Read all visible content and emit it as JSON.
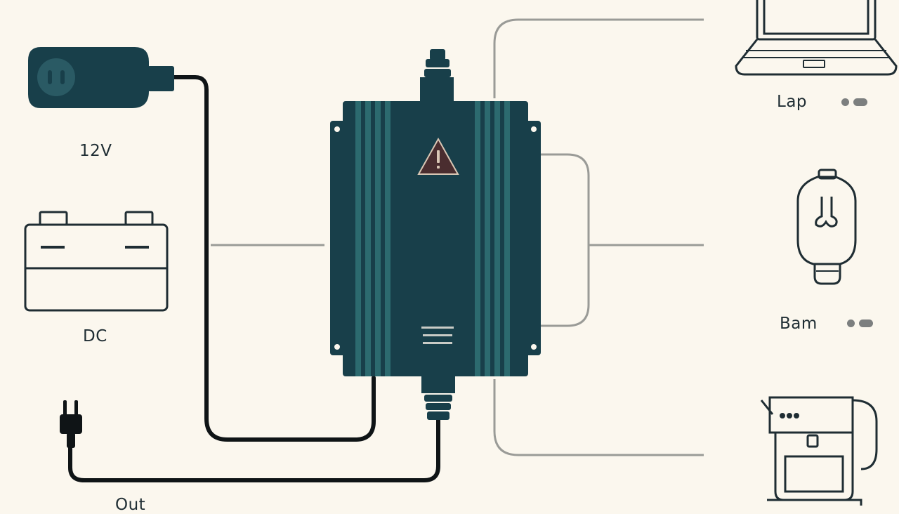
{
  "labels": {
    "socket_voltage": "12V",
    "battery_type": "DC",
    "bottom_label": "Out",
    "laptop": "Lap",
    "bulb": "Bam"
  },
  "colors": {
    "background": "#fbf7ee",
    "device_body": "#183f4a",
    "device_stripe": "#2c6a6f",
    "cable": "#0f1416",
    "connector_line": "#9a9b97",
    "outline": "#1f2d33",
    "warning_fill": "#4a2d2f"
  },
  "icons": {
    "socket": "car-socket-plug-icon",
    "battery": "battery-icon",
    "plug": "ac-plug-icon",
    "inverter": "power-inverter-icon",
    "warning": "warning-triangle-icon",
    "laptop": "laptop-icon",
    "bulb": "light-bulb-icon",
    "blender": "blender-icon"
  }
}
